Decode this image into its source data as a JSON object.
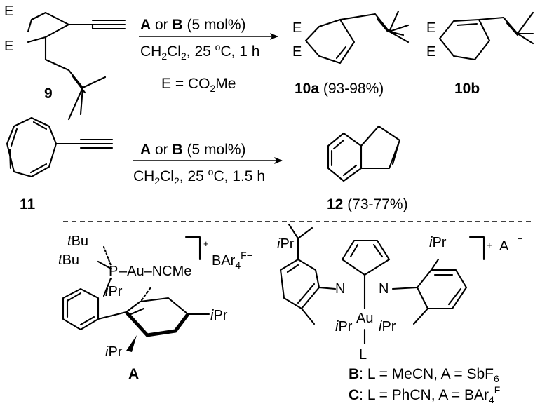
{
  "reaction1": {
    "substrate_number": "9",
    "ester_label": "E",
    "catalyst_line": {
      "A": "A",
      "or": " or ",
      "B": "B",
      "loading": " (5 mol%)"
    },
    "conditions": {
      "solvent": "CH",
      "sub2": "2",
      "cl": "Cl",
      "rest": ", 25 ",
      "deg": "o",
      "tail": "C, 1 h"
    },
    "ester_definition": {
      "pre": "E = CO",
      "sub": "2",
      "post": "Me"
    },
    "product_a": {
      "number": "10a",
      "yield": " (93-98%)"
    },
    "product_b": {
      "number": "10b"
    }
  },
  "reaction2": {
    "substrate_number": "11",
    "catalyst_line": {
      "A": "A",
      "or": " or ",
      "B": "B",
      "loading": " (5 mol%)"
    },
    "conditions": {
      "solvent": "CH",
      "sub2": "2",
      "cl": "Cl",
      "rest": ", 25 ",
      "deg": "o",
      "tail": "C, 1.5 h"
    },
    "product": {
      "number": "12",
      "yield": " (73-77%)"
    }
  },
  "catalyst_A": {
    "label": "A",
    "tBu": "Bu",
    "t": "t",
    "P": "P",
    "au_ncme": "–Au–NCMe",
    "iPr_i": "i",
    "iPr_Pr": "Pr",
    "charge": "+",
    "counterion": {
      "base": "BAr",
      "sub": "4",
      "sup": "F",
      "charge": "−"
    }
  },
  "catalyst_BC": {
    "N": "N",
    "Au": "Au",
    "L": "L",
    "iPr_i": "i",
    "iPr_Pr": "Pr",
    "charge": "+",
    "anion": "A",
    "anion_charge": "−",
    "legend_B": {
      "key": "B",
      "text": ": L = MeCN, A = SbF",
      "sub": "6"
    },
    "legend_C": {
      "key": "C",
      "text": ": L = PhCN, A = BAr",
      "sub": "4",
      "sup": "F"
    }
  }
}
